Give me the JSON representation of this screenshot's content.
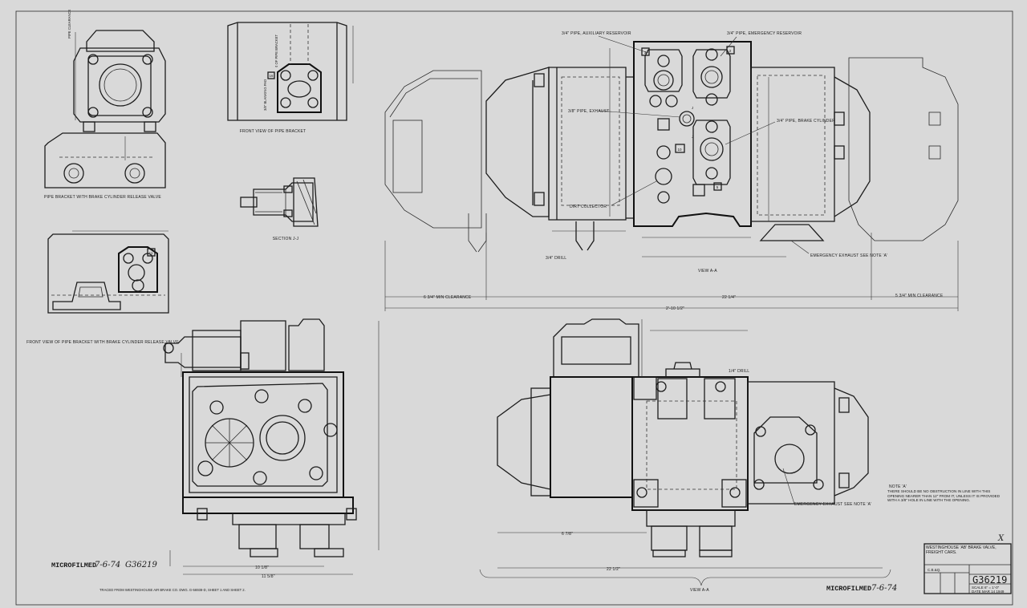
{
  "views": {
    "pipe_bracket_with_release_valve": "PIPE BRACKET WITH BRAKE CYLINDER RELEASE VALVE",
    "front_view_pipe_bracket": "FRONT VIEW OF PIPE BRACKET",
    "section_jj": "SECTION J-J",
    "front_view_pipe_bracket_release": "FRONT VIEW OF PIPE BRACKET WITH BRAKE CYLINDER RELEASE VALVE",
    "view_aa_top": "VIEW A-A",
    "view_aa_bottom": "VIEW A-A"
  },
  "callouts": {
    "aux_reservoir": "3/4\" PIPE, AUXILIARY RESERVOIR",
    "emerg_reservoir": "3/4\" PIPE, EMERGENCY RESERVOIR",
    "pipe_exhaust": "3/8\" PIPE, EXHAUST",
    "brake_cylinder": "3/4\" PIPE, BRAKE CYLINDER",
    "dirt_collector": "DIRT COLLECTOR",
    "emerg_exhaust_top": "EMERGENCY EXHAUST SEE NOTE 'A'",
    "emerg_exhaust_bottom": "EMERGENCY EXHAUST SEE NOTE 'A'",
    "drill_top": "3/4\" DRILL",
    "drill_bottom": "1/4\" DRILL",
    "blanking_pad": "3/8\" BLANKING PAD",
    "pipe_bracket_cl": "¢ OF PIPE BRACKET",
    "pipe_clearance": "PIPE CLEARANCE"
  },
  "dimensions": {
    "min_clearance_left": "6 3/4\" MIN CLEARANCE",
    "overall_span": "22 1/4\"",
    "min_clearance_right": "5 3/4\" MIN CLEARANCE",
    "overall_feet": "2'-10 1/2\"",
    "width_bottom": "11 5/8\"",
    "width_inner": "10 1/8\"",
    "span_bottom_view": "22 1/2\"",
    "left_bottom_view": "6 7/8\""
  },
  "markers": [
    "3",
    "2",
    "10",
    "5",
    "11",
    "16",
    "J",
    "J"
  ],
  "note": {
    "title": "NOTE 'A'",
    "body": "THERE SHOULD BE NO OBSTRUCTION IN LINE WITH THIS OPENING NEARER THAN 12\" FROM IT, UNLESS IT IS PROVIDED WITH A 3/8\" HOLE IN LINE WITH THE OPENING."
  },
  "stamps": {
    "microfilmed_left": "MICROFILMED",
    "microfilmed_left_date": "7-6-74",
    "microfilmed_left_num": "G36219",
    "microfilmed_right": "MICROFILMED",
    "microfilmed_right_date": "7-6-74"
  },
  "traced_from": "TRACED FROM WESTINGHOUSE AIR BRAKE CO. DWG. G-56938-D, SHEET 1 AND SHEET 2.",
  "title_block": {
    "title": "WESTINGHOUSE 'AB' BRAKE VALVE, FREIGHT CARS.",
    "drawing_number": "G36219",
    "org": "C.B.&Q.",
    "scale": "SCALE 6\" = 1'-0\"",
    "date": "DATE MAR 14 1949",
    "mark": "X"
  }
}
